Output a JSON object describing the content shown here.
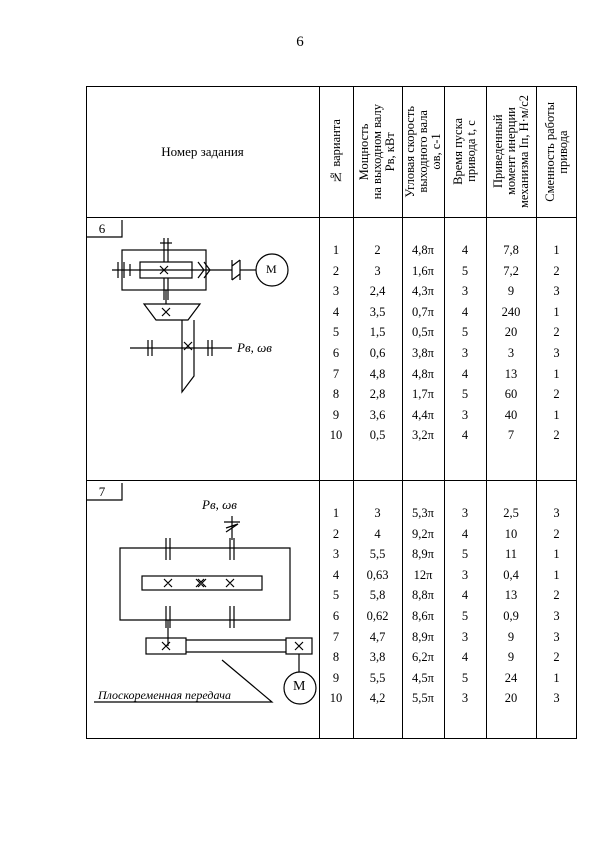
{
  "page_number": "6",
  "header": {
    "task": "Номер задания",
    "variant": "№ варианта",
    "power": "Мощность\nна выходном валу\nPв, кВт",
    "speed": "Угловая скорость\nвыходного вала\nωв, с-1",
    "start_time": "Время пуска\nпривода t, с",
    "inertia": "Приведенный\nмомент инерции\nмеханизма Iп, Н·м/с2",
    "shifts": "Сменность работы\nпривода"
  },
  "tasks": [
    {
      "number": "6",
      "output_label": "Pв, ωв",
      "motor_label": "M",
      "rows": [
        {
          "v": "1",
          "p": "2",
          "w": "4,8π",
          "t": "4",
          "i": "7,8",
          "s": "1"
        },
        {
          "v": "2",
          "p": "3",
          "w": "1,6π",
          "t": "5",
          "i": "7,2",
          "s": "2"
        },
        {
          "v": "3",
          "p": "2,4",
          "w": "4,3π",
          "t": "3",
          "i": "9",
          "s": "3"
        },
        {
          "v": "4",
          "p": "3,5",
          "w": "0,7π",
          "t": "4",
          "i": "240",
          "s": "1"
        },
        {
          "v": "5",
          "p": "1,5",
          "w": "0,5π",
          "t": "5",
          "i": "20",
          "s": "2"
        },
        {
          "v": "6",
          "p": "0,6",
          "w": "3,8π",
          "t": "3",
          "i": "3",
          "s": "3"
        },
        {
          "v": "7",
          "p": "4,8",
          "w": "4,8π",
          "t": "4",
          "i": "13",
          "s": "1"
        },
        {
          "v": "8",
          "p": "2,8",
          "w": "1,7π",
          "t": "5",
          "i": "60",
          "s": "2"
        },
        {
          "v": "9",
          "p": "3,6",
          "w": "4,4π",
          "t": "3",
          "i": "40",
          "s": "1"
        },
        {
          "v": "10",
          "p": "0,5",
          "w": "3,2π",
          "t": "4",
          "i": "7",
          "s": "2"
        }
      ]
    },
    {
      "number": "7",
      "output_label": "Pв, ωв",
      "motor_label": "M",
      "belt_label": "Плоскоременная передача",
      "rows": [
        {
          "v": "1",
          "p": "3",
          "w": "5,3π",
          "t": "3",
          "i": "2,5",
          "s": "3"
        },
        {
          "v": "2",
          "p": "4",
          "w": "9,2π",
          "t": "4",
          "i": "10",
          "s": "2"
        },
        {
          "v": "3",
          "p": "5,5",
          "w": "8,9π",
          "t": "5",
          "i": "11",
          "s": "1"
        },
        {
          "v": "4",
          "p": "0,63",
          "w": "12π",
          "t": "3",
          "i": "0,4",
          "s": "1"
        },
        {
          "v": "5",
          "p": "5,8",
          "w": "8,8π",
          "t": "4",
          "i": "13",
          "s": "2"
        },
        {
          "v": "6",
          "p": "0,62",
          "w": "8,6π",
          "t": "5",
          "i": "0,9",
          "s": "3"
        },
        {
          "v": "7",
          "p": "4,7",
          "w": "8,9π",
          "t": "3",
          "i": "9",
          "s": "3"
        },
        {
          "v": "8",
          "p": "3,8",
          "w": "6,2π",
          "t": "4",
          "i": "9",
          "s": "2"
        },
        {
          "v": "9",
          "p": "5,5",
          "w": "4,5π",
          "t": "5",
          "i": "24",
          "s": "1"
        },
        {
          "v": "10",
          "p": "4,2",
          "w": "5,5π",
          "t": "3",
          "i": "20",
          "s": "3"
        }
      ]
    }
  ]
}
